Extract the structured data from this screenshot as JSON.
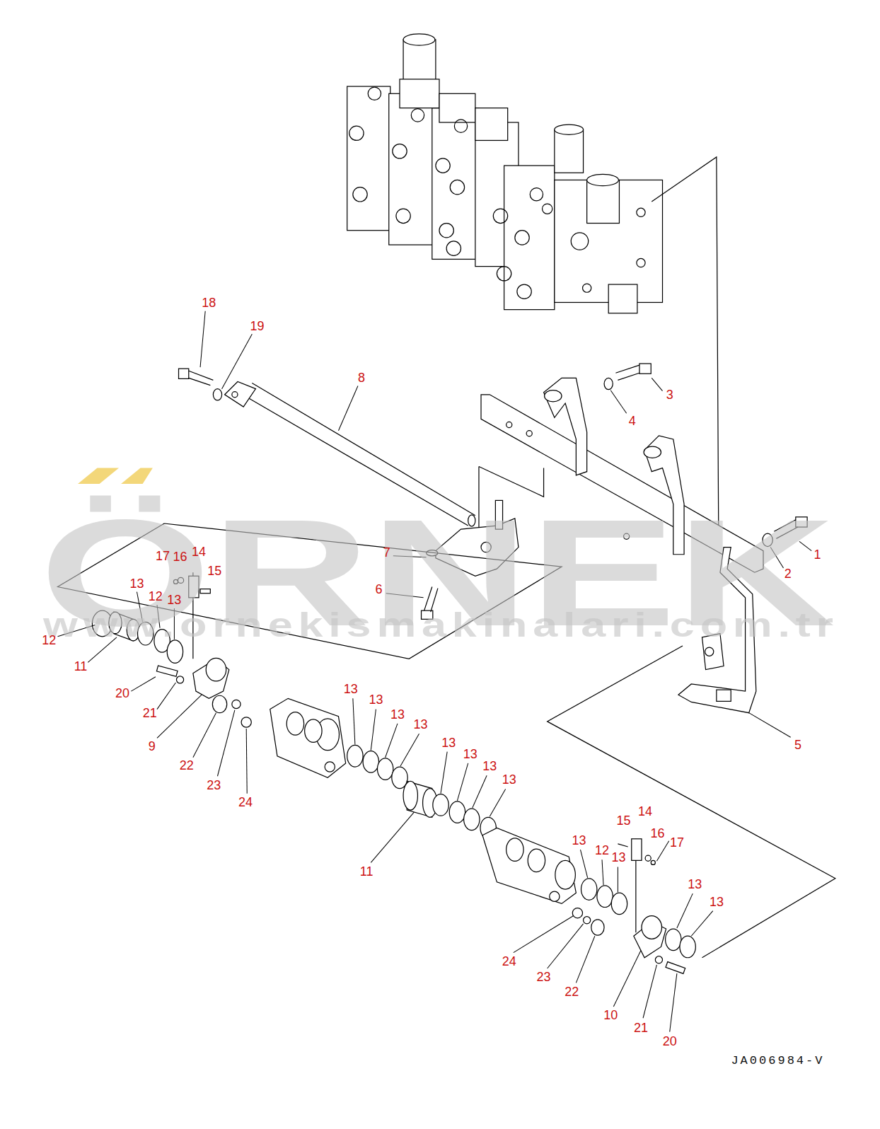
{
  "diagram": {
    "labels": [
      "18",
      "19",
      "8",
      "3",
      "4",
      "1",
      "2",
      "7",
      "6",
      "17",
      "16",
      "14",
      "15",
      "13",
      "12",
      "13",
      "12",
      "11",
      "20",
      "21",
      "9",
      "22",
      "23",
      "24",
      "13",
      "13",
      "13",
      "13",
      "13",
      "13",
      "13",
      "13",
      "11",
      "5",
      "15",
      "14",
      "16",
      "17",
      "13",
      "12",
      "13",
      "13",
      "13",
      "24",
      "23",
      "22",
      "10",
      "21",
      "20",
      "ÖRNEK",
      "www.ornekismakinalari.com.tr",
      "JA006984-V"
    ]
  }
}
